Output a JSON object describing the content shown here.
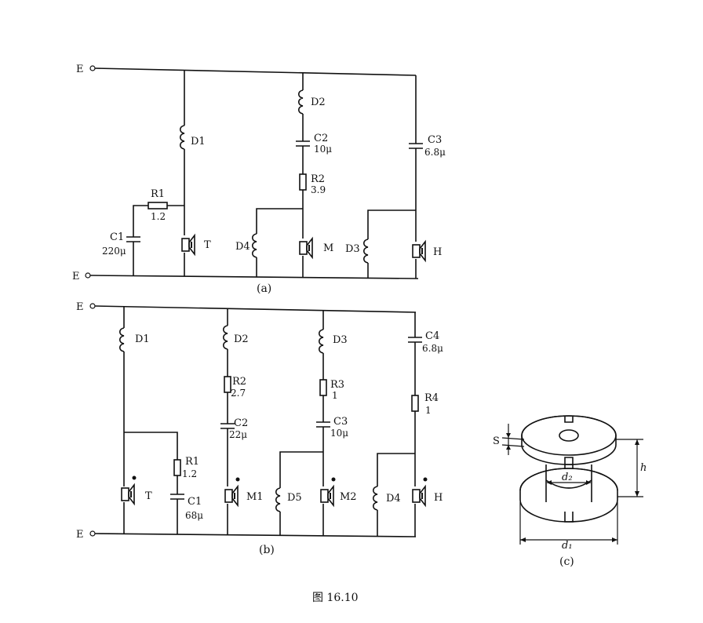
{
  "circuit_a": {
    "terminal_top": "E",
    "terminal_bottom": "E",
    "caption": "(a)",
    "D1": "D1",
    "R1": "R1",
    "R1_val": "1.2",
    "C1": "C1",
    "C1_val": "220μ",
    "T": "T",
    "D2": "D2",
    "C2": "C2",
    "C2_val": "10μ",
    "R2": "R2",
    "R2_val": "3.9",
    "D4": "D4",
    "M": "M",
    "C3": "C3",
    "C3_val": "6.8μ",
    "D3": "D3",
    "H": "H"
  },
  "circuit_b": {
    "terminal_top": "E",
    "terminal_bottom": "E",
    "caption": "(b)",
    "D1": "D1",
    "R1": "R1",
    "R1_val": "1.2",
    "C1": "C1",
    "C1_val": "68μ",
    "T": "T",
    "D2": "D2",
    "R2": "R2",
    "R2_val": "2.7",
    "C2": "C2",
    "C2_val": "22μ",
    "M1": "M1",
    "D5": "D5",
    "D3": "D3",
    "R3": "R3",
    "R3_val": "1",
    "C3": "C3",
    "C3_val": "10μ",
    "M2": "M2",
    "D4": "D4",
    "C4": "C4",
    "C4_val": "6.8μ",
    "R4": "R4",
    "R4_val": "1",
    "H": "H"
  },
  "bobbin_c": {
    "caption": "(c)",
    "S": "S",
    "h": "h",
    "d2": "d₂",
    "d1": "d₁"
  },
  "figure_caption": "图 16.10"
}
